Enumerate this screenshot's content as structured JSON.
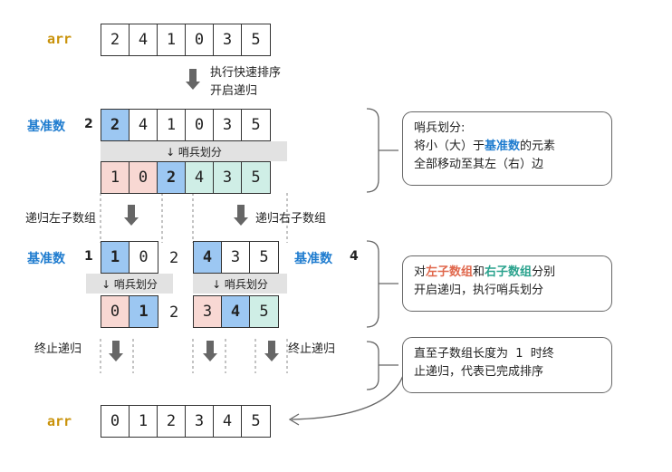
{
  "arr_label": "arr",
  "pivot_label": "基准数",
  "rows": {
    "initial": [
      "2",
      "4",
      "1",
      "0",
      "3",
      "5"
    ],
    "step1": [
      "2",
      "4",
      "1",
      "0",
      "3",
      "5"
    ],
    "after1": [
      "1",
      "0",
      "2",
      "4",
      "3",
      "5"
    ],
    "left2": [
      "1",
      "0"
    ],
    "mid2": "2",
    "right2": [
      "4",
      "3",
      "5"
    ],
    "leftAfter": [
      "0",
      "1"
    ],
    "midAfter": "2",
    "rightAfter": [
      "3",
      "4",
      "5"
    ],
    "final": [
      "0",
      "1",
      "2",
      "3",
      "4",
      "5"
    ]
  },
  "pivots": {
    "p1": "2",
    "p2": "1",
    "p3": "4"
  },
  "labels": {
    "exec_sort": "执行快速排序",
    "start_recursion": "开启递归",
    "partition": "↓ 哨兵划分",
    "recurse_left": "递归左子数组",
    "recurse_right": "递归右子数组",
    "terminate": "终止递归"
  },
  "notes": {
    "n1_title": "哨兵划分:",
    "n1_l2a": "将小（大）于",
    "n1_l2b": "基准数",
    "n1_l2c": "的元素",
    "n1_l3": "全部移动至其左（右）边",
    "n2_a": "对",
    "n2_b": "左子数组",
    "n2_c": "和",
    "n2_d": "右子数组",
    "n2_e": "分别",
    "n2_l2": "开启递归，执行哨兵划分",
    "n3_l1": "直至子数组长度为  1  时终",
    "n3_l2": "止递归，代表已完成排序"
  },
  "colors": {
    "pivot": "#9cc7f2",
    "left": "#f8d8d3",
    "right": "#cfeee6",
    "arr_label": "#c9920a",
    "pivot_label": "#1f7ccf"
  }
}
